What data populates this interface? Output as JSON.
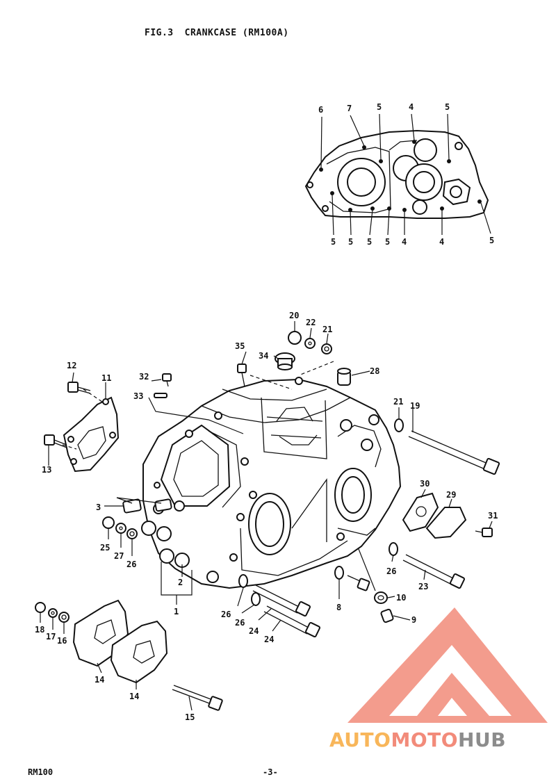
{
  "header": {
    "fig": "FIG.3",
    "title": "CRANKCASE (RM100A)"
  },
  "footer": {
    "model": "RM100",
    "page": "-3-"
  },
  "watermark": {
    "part1": "AUTO",
    "part2": "MOTO",
    "part3": "HUB",
    "colors": {
      "orange": "#f8b65a",
      "salmon": "#f28b7a",
      "gray": "#8c8c8c"
    }
  },
  "inset_callouts": {
    "top": [
      "6",
      "7",
      "5",
      "4",
      "5"
    ],
    "bottom": [
      "5",
      "5",
      "5",
      "5",
      "4",
      "4",
      "5"
    ]
  },
  "main_callouts": {
    "c1": "1",
    "c2": "2",
    "c3": "3",
    "c8": "8",
    "c9": "9",
    "c10": "10",
    "c11": "11",
    "c12": "12",
    "c13": "13",
    "c14a": "14",
    "c14b": "14",
    "c15": "15",
    "c16": "16",
    "c17": "17",
    "c18": "18",
    "c19": "19",
    "c20": "20",
    "c21a": "21",
    "c21b": "21",
    "c22": "22",
    "c23": "23",
    "c24a": "24",
    "c24b": "24",
    "c25": "25",
    "c26a": "26",
    "c26b": "26",
    "c26c": "26",
    "c26d": "26",
    "c27": "27",
    "c28": "28",
    "c29": "29",
    "c30": "30",
    "c31": "31",
    "c32": "32",
    "c33": "33",
    "c34": "34",
    "c35": "35"
  }
}
